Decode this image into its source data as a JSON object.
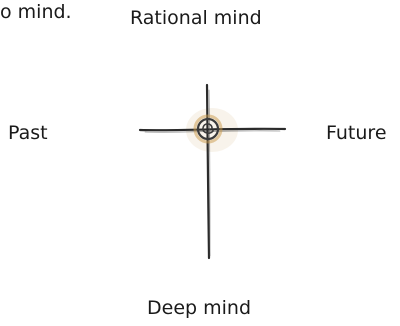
{
  "labels": {
    "top_clipped": "o mind.",
    "rational": "Rational mind",
    "past": "Past",
    "future": "Future",
    "deep": "Deep mind"
  },
  "colors": {
    "stroke": "#2b2b2b",
    "halo": "#c99a4a"
  }
}
